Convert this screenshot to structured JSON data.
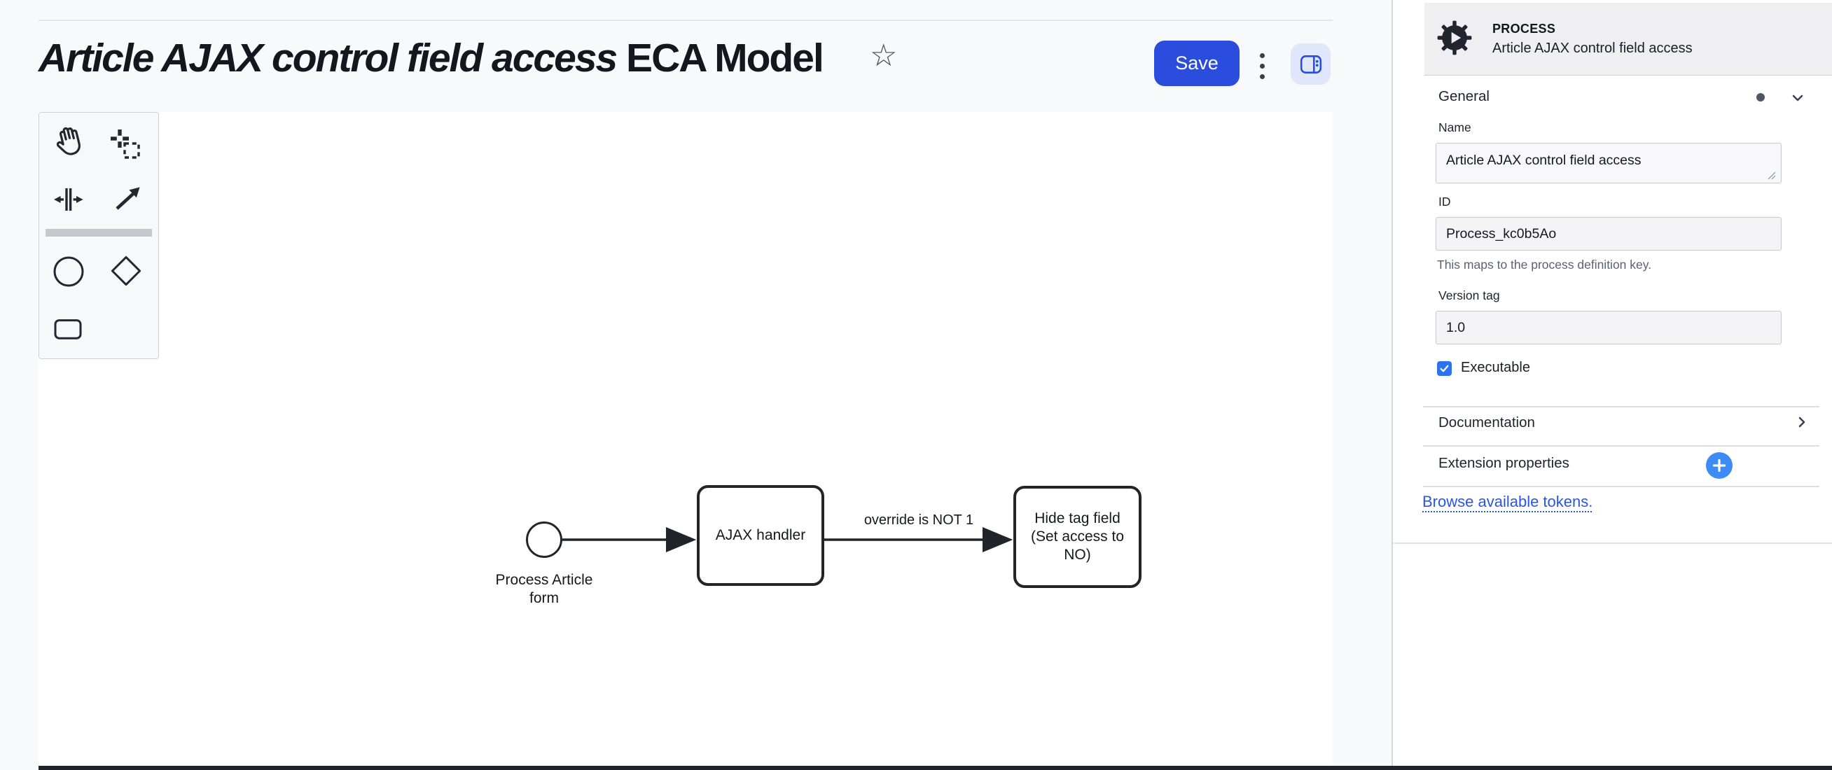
{
  "header": {
    "title_italic": "Article AJAX control field access",
    "title_regular": " ECA Model",
    "star_icon": "☆",
    "save_button": "Save"
  },
  "palette": {
    "tools": [
      "hand-tool",
      "lasso-tool",
      "space-tool",
      "global-connect-tool",
      "create-start-event",
      "create-gateway",
      "create-task"
    ]
  },
  "diagram": {
    "start_event": {
      "label_lines": [
        "Process Article",
        "form"
      ]
    },
    "task_ajax": {
      "label": "AJAX handler"
    },
    "flow_label": "override is NOT 1",
    "task_hide": {
      "label_lines": [
        "Hide tag field",
        "(Set access to",
        "NO)"
      ]
    }
  },
  "panel": {
    "element_type": "PROCESS",
    "element_name": "Article AJAX control field access",
    "general_section": "General",
    "name_field": {
      "label": "Name",
      "value": "Article AJAX control field access"
    },
    "id_field": {
      "label": "ID",
      "value": "Process_kc0b5Ao",
      "help": "This maps to the process definition key."
    },
    "version_field": {
      "label": "Version tag",
      "value": "1.0"
    },
    "executable": {
      "label": "Executable",
      "checked": true
    },
    "documentation_section": "Documentation",
    "extension_section": "Extension properties",
    "tokens_link": "Browse available tokens."
  },
  "colors": {
    "primary_blue": "#2b4ddd",
    "plus_blue": "#3d8bf5",
    "checkbox_blue": "#2d72ee",
    "link_blue": "#2a55e6",
    "shape_stroke": "#22242a"
  }
}
